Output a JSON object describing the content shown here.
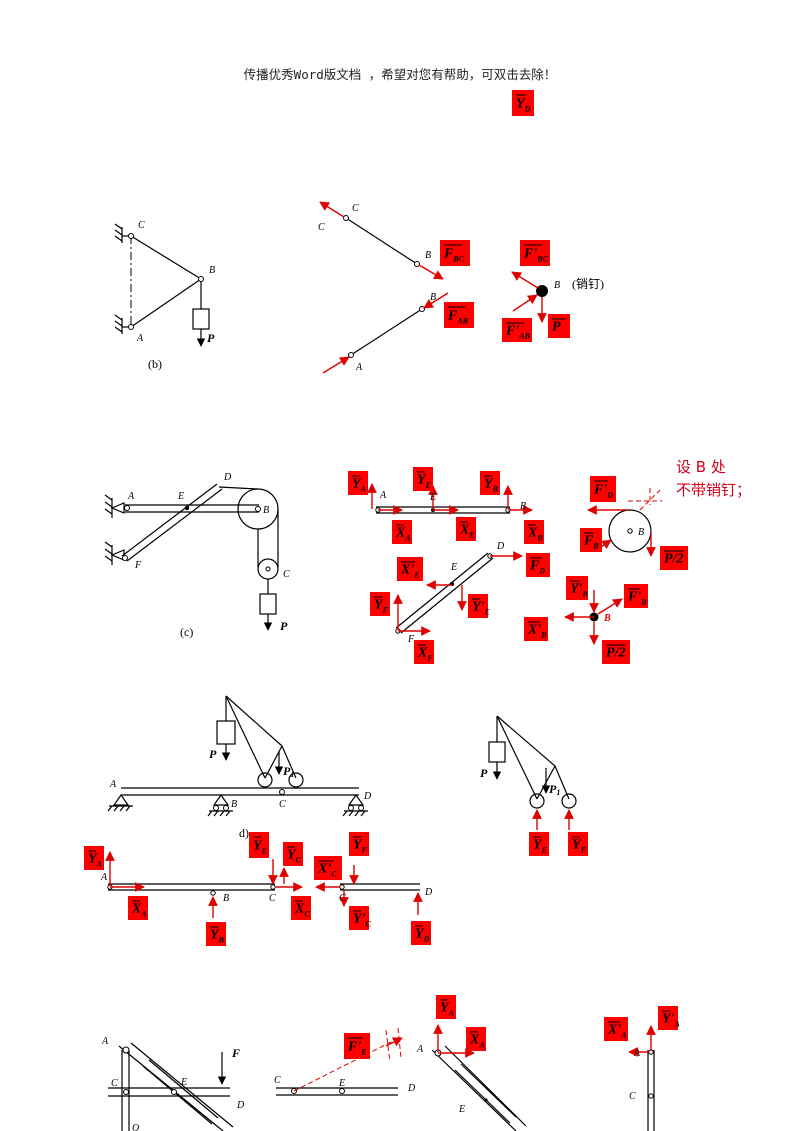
{
  "header": {
    "text": "传播优秀Word版文档 ，希望对您有帮助，可双击去除！"
  },
  "annotation": {
    "line1": "设 B 处",
    "line2": "不带销钉；"
  },
  "captions": {
    "b": "(b)",
    "c": "(c)",
    "d": "d)",
    "pin": "(销钉)"
  },
  "forces": {
    "YD_top": {
      "main": "Y",
      "sub": "D"
    },
    "FBC": {
      "main": "F",
      "sub": "BC"
    },
    "FAB": {
      "main": "F",
      "sub": "AB"
    },
    "FBC_p": {
      "main": "F'",
      "sub": "BC"
    },
    "FAB_p": {
      "main": "F'",
      "sub": "AB"
    },
    "P_b": {
      "main": "P",
      "sub": ""
    },
    "YA_c": {
      "main": "Y",
      "sub": "A"
    },
    "YE_c": {
      "main": "Y",
      "sub": "E"
    },
    "YB_c": {
      "main": "Y",
      "sub": "B"
    },
    "XA_c": {
      "main": "X",
      "sub": "A"
    },
    "XE_c": {
      "main": "X",
      "sub": "E"
    },
    "XB_c": {
      "main": "X",
      "sub": "B"
    },
    "XE_p_c": {
      "main": "X'",
      "sub": "E"
    },
    "YE_p_c": {
      "main": "Y'",
      "sub": "E"
    },
    "FD_c": {
      "main": "F",
      "sub": "D"
    },
    "FD_p_c": {
      "main": "F'",
      "sub": "D"
    },
    "YF_c": {
      "main": "Y",
      "sub": "F"
    },
    "XF_c": {
      "main": "X",
      "sub": "F"
    },
    "FB_c": {
      "main": "F",
      "sub": "B"
    },
    "FB_p_c": {
      "main": "F'",
      "sub": "B"
    },
    "YB_p_c": {
      "main": "Y'",
      "sub": "B"
    },
    "XB_p_c": {
      "main": "X'",
      "sub": "B"
    },
    "Phalf_1": {
      "main": "P/2",
      "sub": ""
    },
    "Phalf_2": {
      "main": "P/2",
      "sub": ""
    },
    "YA_d": {
      "main": "Y",
      "sub": "A"
    },
    "XA_d": {
      "main": "X",
      "sub": "A"
    },
    "YB_d": {
      "main": "Y",
      "sub": "B"
    },
    "YE_d": {
      "main": "Y",
      "sub": "E"
    },
    "YC_d": {
      "main": "Y",
      "sub": "C"
    },
    "XC_d": {
      "main": "X",
      "sub": "C"
    },
    "XC_p_d": {
      "main": "X'",
      "sub": "C"
    },
    "YF_d": {
      "main": "Y",
      "sub": "F"
    },
    "YC_p_d": {
      "main": "Y'",
      "sub": "C"
    },
    "YD_d": {
      "main": "Y",
      "sub": "D"
    },
    "YE_d2": {
      "main": "Y",
      "sub": "E"
    },
    "YF_d2": {
      "main": "Y",
      "sub": "F"
    },
    "FE_e": {
      "main": "F'",
      "sub": "E"
    },
    "YA_e": {
      "main": "Y",
      "sub": "A"
    },
    "XA_e": {
      "main": "X",
      "sub": "A"
    },
    "XA_p_e": {
      "main": "X'",
      "sub": "A"
    },
    "YA_p_e": {
      "main": "Y'",
      "sub": "A"
    }
  },
  "labels": {
    "b": {
      "C": "C",
      "B": "B",
      "A": "A",
      "P": "P"
    },
    "b2": {
      "C": "C",
      "C2": "C",
      "B": "B",
      "B2": "B",
      "A": "A",
      "Bpin": "B"
    },
    "c": {
      "A": "A",
      "E": "E",
      "D": "D",
      "B": "B",
      "C": "C",
      "F": "F",
      "P": "P"
    },
    "c2": {
      "A": "A",
      "E": "E",
      "B": "B",
      "D": "D",
      "E2": "E",
      "F": "F",
      "Bcirc": "B",
      "Bpin": "B"
    },
    "d": {
      "A": "A",
      "B": "B",
      "C": "C",
      "D": "D",
      "P": "P",
      "P1": "P",
      "P1sub": "1"
    },
    "d2": {
      "A": "A",
      "B": "B",
      "C": "C",
      "C2": "C",
      "D": "D"
    },
    "d3": {
      "P": "P",
      "P1": "P",
      "P1sub": "1"
    },
    "e": {
      "A": "A",
      "C": "C",
      "E": "E",
      "D": "D",
      "O": "O",
      "F": "F"
    },
    "e2": {
      "C": "C",
      "E": "E",
      "D": "D"
    },
    "e3": {
      "A": "A",
      "E": "E"
    },
    "e4": {
      "A": "A",
      "C": "C"
    }
  }
}
